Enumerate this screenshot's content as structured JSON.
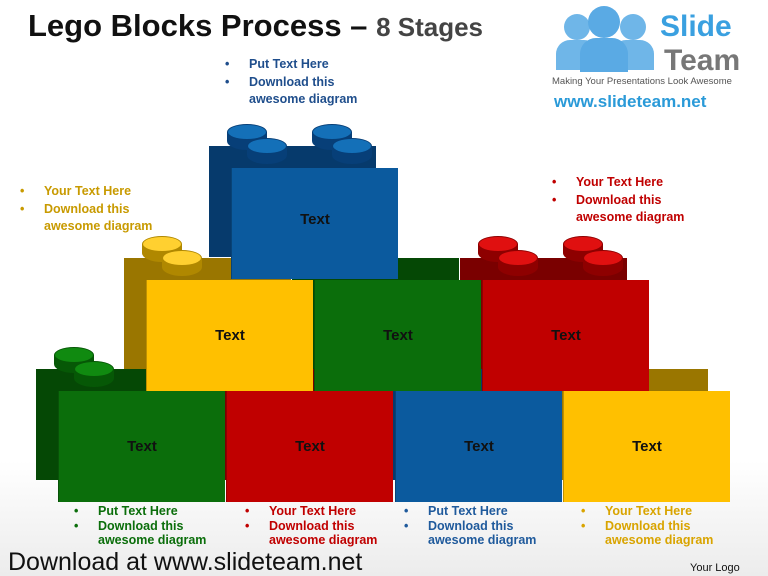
{
  "title": {
    "main": "Lego Blocks Process –",
    "sub": "8 Stages"
  },
  "logo": {
    "line1": "Slide",
    "line2": "Team",
    "tagline": "Making Your Presentations Look Awesome",
    "url": "www.slideteam.net"
  },
  "colors": {
    "blue": "#0b5a9e",
    "yellow": "#ffc000",
    "green": "#0b6e0b",
    "red": "#c00000"
  },
  "blocks": [
    {
      "label": "Text",
      "color": "blue"
    },
    {
      "label": "Text",
      "color": "yellow"
    },
    {
      "label": "Text",
      "color": "green"
    },
    {
      "label": "Text",
      "color": "red"
    },
    {
      "label": "Text",
      "color": "green"
    },
    {
      "label": "Text",
      "color": "red"
    },
    {
      "label": "Text",
      "color": "blue"
    },
    {
      "label": "Text",
      "color": "yellow"
    }
  ],
  "notes": {
    "top": [
      "Put Text Here",
      "Download this",
      "awesome diagram"
    ],
    "left": [
      "Your Text Here",
      "Download this",
      "awesome diagram"
    ],
    "right": [
      "Your Text Here",
      "Download this",
      "awesome diagram"
    ],
    "b1": [
      "Put Text Here",
      "Download this",
      "awesome diagram"
    ],
    "b2": [
      "Your Text Here",
      "Download this",
      "awesome diagram"
    ],
    "b3": [
      "Put Text Here",
      "Download this",
      "awesome diagram"
    ],
    "b4": [
      "Your Text Here",
      "Download this",
      "awesome diagram"
    ]
  },
  "footer": {
    "download": "Download at www.slideteam.net",
    "your_logo": "Your Logo"
  }
}
